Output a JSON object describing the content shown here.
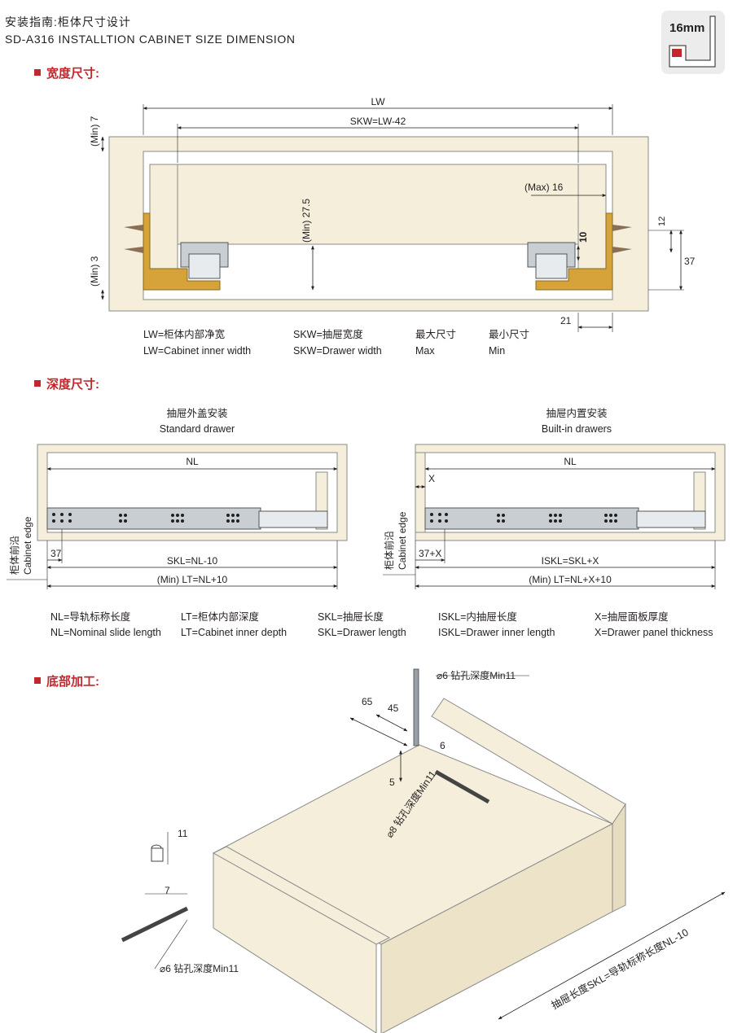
{
  "header": {
    "title_cn": "安装指南:柜体尺寸设计",
    "title_en": "SD-A316 INSTALLTION CABINET SIZE DIMENSION",
    "badge": "16mm"
  },
  "sections": {
    "width": "宽度尺寸:",
    "depth": "深度尺寸:",
    "bottom": "底部加工:"
  },
  "width_diagram": {
    "lw": "LW",
    "skw": "SKW=LW-42",
    "min7": "(Min) 7",
    "min3": "(Min) 3",
    "min275": "(Min) 27.5",
    "max16": "(Max) 16",
    "d10": "10",
    "d12": "12",
    "d37": "37",
    "d21": "21"
  },
  "width_legend": [
    {
      "cn": "LW=柜体内部净宽",
      "en": "LW=Cabinet inner width"
    },
    {
      "cn": "SKW=抽屉宽度",
      "en": "SKW=Drawer width"
    },
    {
      "cn": "最大尺寸",
      "en": "Max"
    },
    {
      "cn": "最小尺寸",
      "en": "Min"
    }
  ],
  "depth_left": {
    "title_cn": "抽屉外盖安装",
    "title_en": "Standard drawer",
    "nl": "NL",
    "d37": "37",
    "skl": "SKL=NL-10",
    "lt": "(Min) LT=NL+10",
    "edge_cn": "柜体前沿",
    "edge_en": "Cabinet edge"
  },
  "depth_right": {
    "title_cn": "抽屉内置安装",
    "title_en": "Built-in drawers",
    "x": "X",
    "nl": "NL",
    "d37x": "37+X",
    "iskl": "ISKL=SKL+X",
    "lt": "(Min) LT=NL+X+10",
    "edge_cn": "柜体前沿",
    "edge_en": "Cabinet edge"
  },
  "depth_legend": [
    {
      "cn": "NL=导轨标称长度",
      "en": "NL=Nominal slide length"
    },
    {
      "cn": "LT=柜体内部深度",
      "en": "LT=Cabinet inner depth"
    },
    {
      "cn": "SKL=抽屉长度",
      "en": "SKL=Drawer length"
    },
    {
      "cn": "ISKL=内抽屉长度",
      "en": "ISKL=Drawer inner length"
    },
    {
      "cn": "X=抽屉面板厚度",
      "en": "X=Drawer panel thickness"
    }
  ],
  "bottom_diagram": {
    "drill6_top": "⌀6 钻孔深度Min11",
    "d65": "65",
    "d45": "45",
    "d6": "6",
    "d5": "5",
    "drill8": "⌀8 钻孔深度Min11",
    "d11": "11",
    "d7": "7",
    "drill6_left": "⌀6 钻孔深度Min11",
    "skl_note": "抽屉长度SKL=导轨标称长度NL-10"
  },
  "colors": {
    "panel": "#f4eedb",
    "accent": "#c0282d",
    "rail": "#c9ced3",
    "bracket": "#d6a23a"
  }
}
